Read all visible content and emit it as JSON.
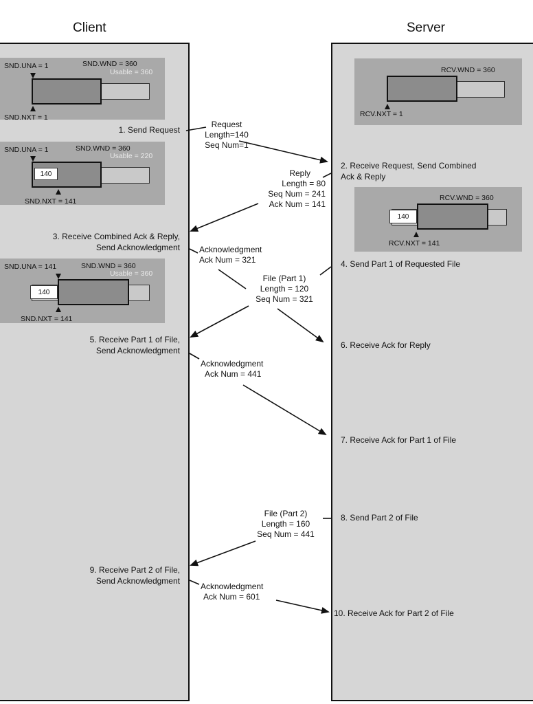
{
  "titles": {
    "client": "Client",
    "server": "Server"
  },
  "client_states": [
    {
      "una": "SND.UNA = 1",
      "wnd": "SND.WND = 360",
      "usable": "Usable = 360",
      "nxt": "SND.NXT = 1",
      "sent": ""
    },
    {
      "una": "SND.UNA = 1",
      "wnd": "SND.WND = 360",
      "usable": "Usable = 220",
      "nxt": "SND.NXT = 141",
      "sent": "140"
    },
    {
      "una": "SND.UNA = 141",
      "wnd": "SND.WND = 360",
      "usable": "Usable = 360",
      "nxt": "SND.NXT = 141",
      "sent": "140"
    }
  ],
  "server_states": [
    {
      "wnd": "RCV.WND = 360",
      "nxt": "RCV.NXT = 1",
      "sent": ""
    },
    {
      "wnd": "RCV.WND = 360",
      "nxt": "RCV.NXT = 141",
      "sent": "140"
    }
  ],
  "steps": {
    "s1": "1. Send Request",
    "s2a": "2. Receive Request, Send Combined",
    "s2b": "Ack & Reply",
    "s3a": "3. Receive Combined Ack & Reply,",
    "s3b": "Send Acknowledgment",
    "s4": "4. Send Part 1 of Requested File",
    "s5a": "5. Receive Part 1 of File,",
    "s5b": "Send Acknowledgment",
    "s6": "6. Receive Ack for Reply",
    "s7": "7. Receive Ack for Part 1 of File",
    "s8": "8. Send Part 2 of File",
    "s9a": "9. Receive Part 2 of File,",
    "s9b": "Send Acknowledgment",
    "s10": "10. Receive Ack for Part 2 of File"
  },
  "messages": {
    "request": {
      "title": "Request",
      "l1": "Length=140",
      "l2": "Seq Num=1"
    },
    "reply": {
      "title": "Reply",
      "l1": "Length = 80",
      "l2": "Seq Num = 241",
      "l3": "Ack Num = 141"
    },
    "ack1": {
      "title": "Acknowledgment",
      "l1": "Ack Num = 321"
    },
    "file1": {
      "title": "File (Part 1)",
      "l1": "Length = 120",
      "l2": "Seq Num = 321"
    },
    "ack2": {
      "title": "Acknowledgment",
      "l1": "Ack Num = 441"
    },
    "file2": {
      "title": "File (Part 2)",
      "l1": "Length = 160",
      "l2": "Seq Num = 441"
    },
    "ack3": {
      "title": "Acknowledgment",
      "l1": "Ack Num = 601"
    }
  }
}
